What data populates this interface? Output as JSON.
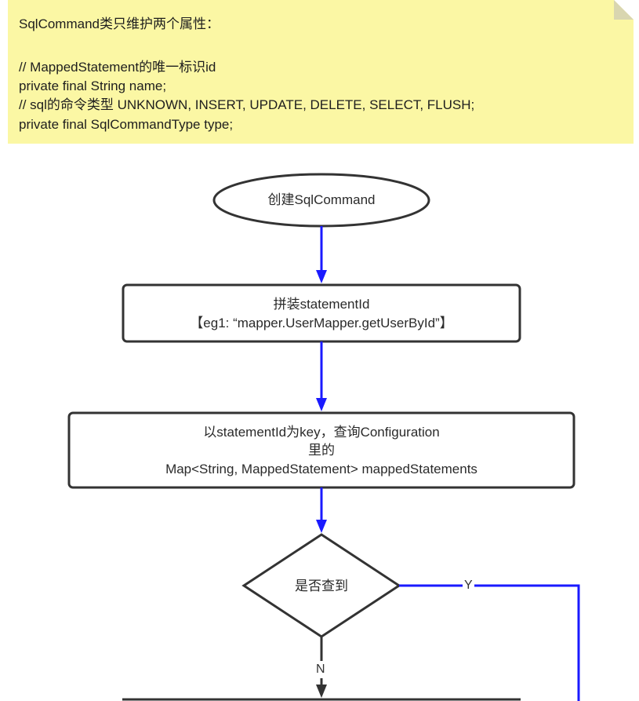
{
  "note": {
    "line1": "SqlCommand类只维护两个属性：",
    "line2": "// MappedStatement的唯一标识id",
    "line3": "private final String name;",
    "line4": "// sql的命令类型 UNKNOWN, INSERT, UPDATE, DELETE, SELECT, FLUSH;",
    "line5": "private final SqlCommandType type;"
  },
  "flow": {
    "start": "创建SqlCommand",
    "step1_line1": "拼装statementId",
    "step1_line2": "【eg1: “mapper.UserMapper.getUserById”】",
    "step2_line1": "以statementId为key，查询Configuration",
    "step2_line2": "里的",
    "step2_line3": "Map<String, MappedStatement> mappedStatements",
    "decision": "是否查到",
    "yes_label": "Y",
    "no_label": "N"
  },
  "colors": {
    "arrow": "#1a1aff",
    "note_bg": "#fbf7a4",
    "shape_border": "#333333"
  }
}
